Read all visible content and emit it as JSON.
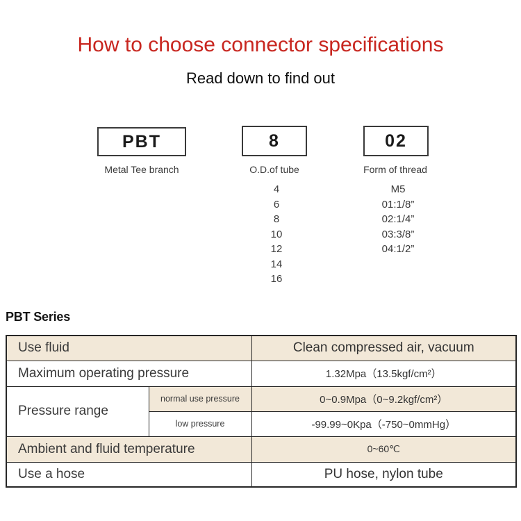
{
  "colors": {
    "accent_red": "#c8261f",
    "table_beige": "#f2e8d8",
    "table_border": "#262626"
  },
  "header": {
    "title": "How to choose connector specifications",
    "subtitle": "Read down to find out"
  },
  "diagram": {
    "columns": [
      {
        "code": "PBT",
        "label": "Metal Tee branch",
        "options": []
      },
      {
        "code": "8",
        "label": "O.D.of tube",
        "options": [
          "4",
          "6",
          "8",
          "10",
          "12",
          "14",
          "16"
        ]
      },
      {
        "code": "02",
        "label": "Form of thread",
        "options": [
          "M5",
          "01:1/8”",
          "02:1/4”",
          "03:3/8”",
          "04:1/2”"
        ]
      }
    ]
  },
  "series_heading": "PBT Series",
  "spec_table": {
    "rows": [
      {
        "label": "Use fluid",
        "value": "Clean compressed air, vacuum"
      },
      {
        "label": "Maximum operating pressure",
        "value": "1.32Mpa（13.5kgf/cm²）"
      },
      {
        "label": "Pressure range",
        "sub_rows": [
          {
            "label": "normal use pressure",
            "value": "0~0.9Mpa（0~9.2kgf/cm²）"
          },
          {
            "label": "low pressure",
            "value": "-99.99~0Kpa（-750~0mmHg）"
          }
        ]
      },
      {
        "label": "Ambient and fluid temperature",
        "value": "0~60℃"
      },
      {
        "label": "Use a hose",
        "value": "PU hose, nylon tube"
      }
    ]
  }
}
